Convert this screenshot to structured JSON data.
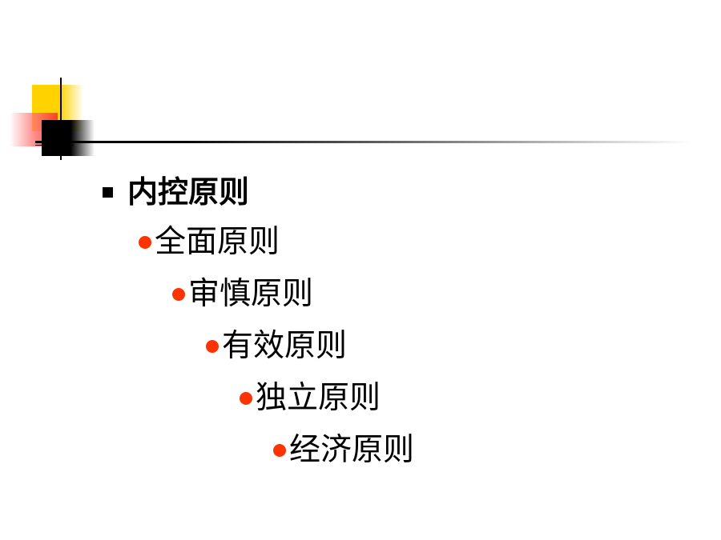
{
  "slide": {
    "heading": {
      "label": "内控原则"
    },
    "items": [
      {
        "label": "全面原则"
      },
      {
        "label": "审慎原则"
      },
      {
        "label": "有效原则"
      },
      {
        "label": "独立原则"
      },
      {
        "label": "经济原则"
      }
    ],
    "colors": {
      "bullet": "#ff3300",
      "accent_yellow": "#ffd200",
      "accent_red": "#ff2a2a"
    },
    "icons": {
      "heading_bullet": "square-bullet-icon",
      "item_bullet": "round-bullet-icon"
    }
  }
}
